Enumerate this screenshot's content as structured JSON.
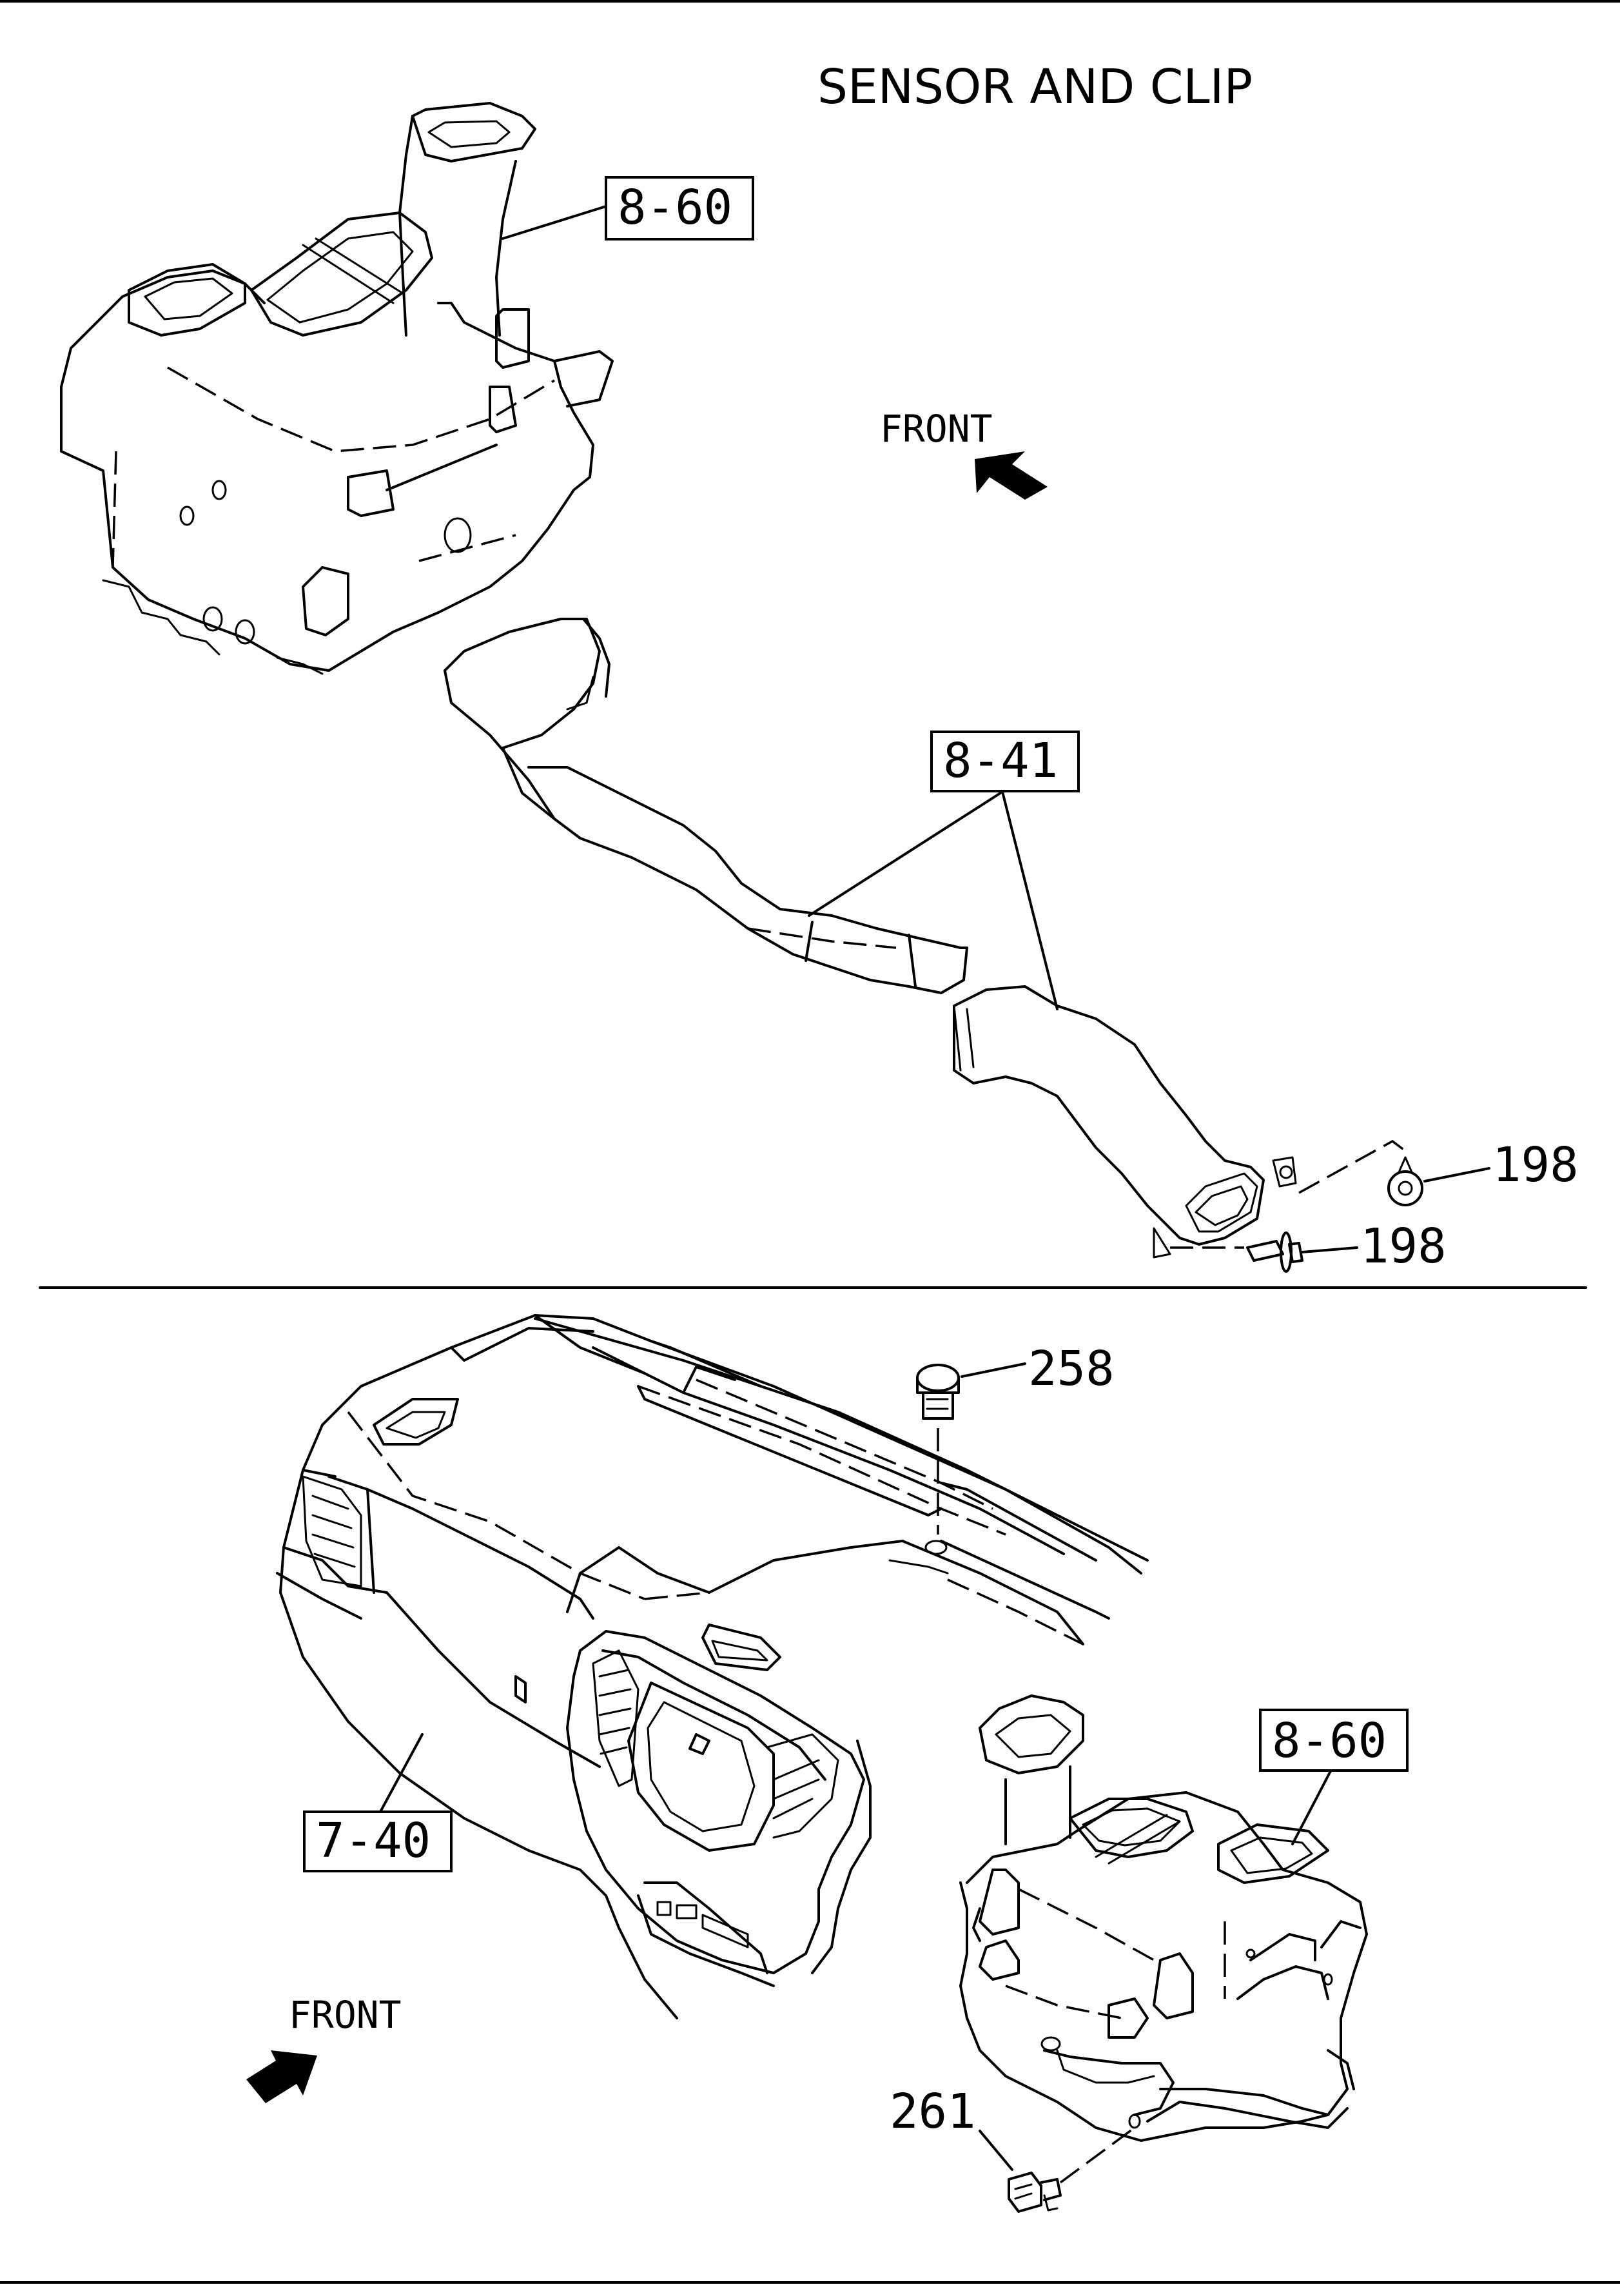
{
  "title": "SENSOR AND CLIP",
  "upper": {
    "front_label": "FRONT",
    "callouts": {
      "ref_8_60": "8-60",
      "ref_8_41": "8-41",
      "part_198_a": "198",
      "part_198_b": "198"
    }
  },
  "lower": {
    "front_label": "FRONT",
    "callouts": {
      "part_258": "258",
      "ref_8_60": "8-60",
      "ref_7_40": "7-40",
      "part_261": "261"
    }
  },
  "icons": [
    "front-arrow-icon",
    "clip-icon",
    "screw-icon",
    "sensor-icon",
    "connector-icon"
  ]
}
